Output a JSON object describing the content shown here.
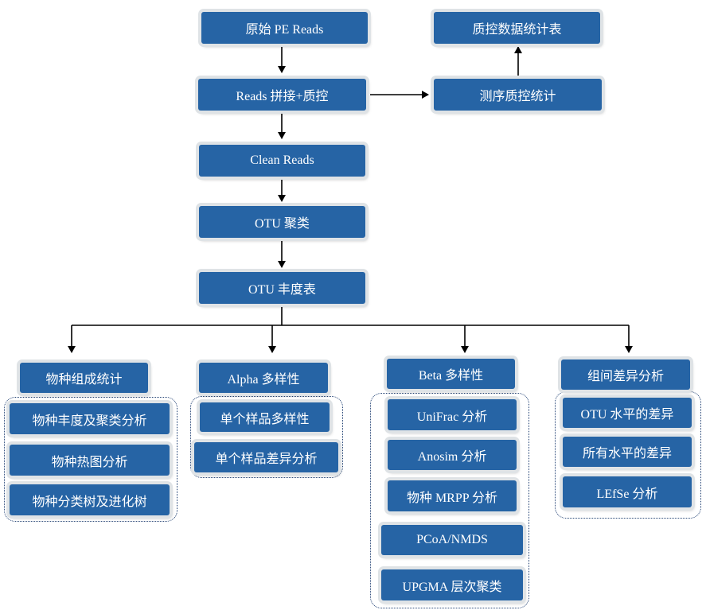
{
  "pipeline": {
    "raw_reads": "原始 PE Reads",
    "merge_qc": "Reads  拼接+质控",
    "clean_reads": "Clean Reads",
    "otu_cluster": "OTU 聚类",
    "otu_table": "OTU 丰度表"
  },
  "qc_branch": {
    "seq_qc_stats": "测序质控统计",
    "qc_table": "质控数据统计表"
  },
  "branches": {
    "composition": {
      "title": "物种组成统计",
      "items": [
        "物种丰度及聚类分析",
        "物种热图分析",
        "物种分类树及进化树"
      ]
    },
    "alpha": {
      "title": "Alpha 多样性",
      "items": [
        "单个样品多样性",
        "单个样品差异分析"
      ]
    },
    "beta": {
      "title": "Beta 多样性",
      "items": [
        "UniFrac 分析",
        "Anosim 分析",
        "物种 MRPP 分析",
        "PCoA/NMDS",
        "UPGMA 层次聚类"
      ]
    },
    "group_diff": {
      "title": "组间差异分析",
      "items": [
        "OTU 水平的差异",
        "所有水平的差异",
        "LEfSe 分析"
      ]
    }
  }
}
